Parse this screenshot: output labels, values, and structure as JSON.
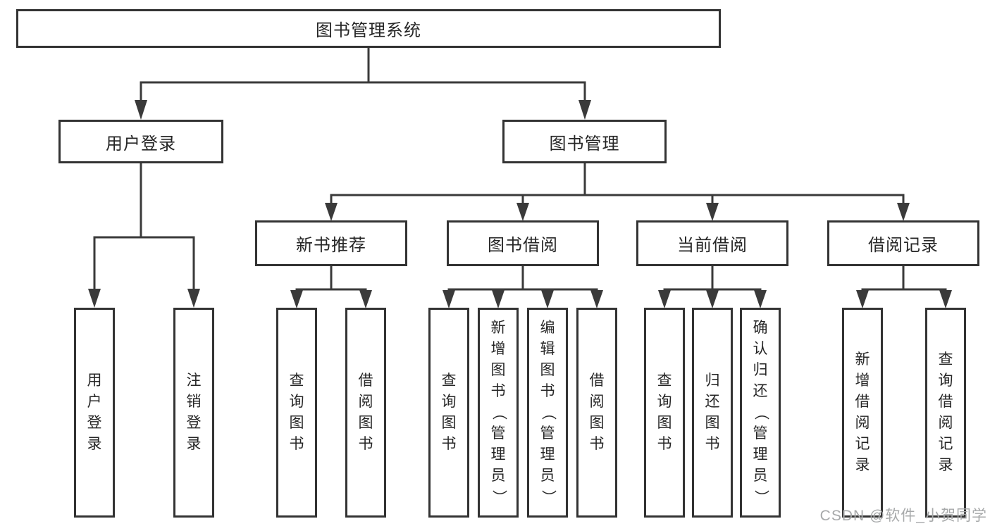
{
  "title": {
    "label": "图书管理系统"
  },
  "tree": {
    "user": {
      "label": "用户登录",
      "children": [
        {
          "label": "用户登录"
        },
        {
          "label": "注销登录"
        }
      ]
    },
    "mgmt": {
      "label": "图书管理",
      "sections": [
        {
          "label": "新书推荐",
          "children": [
            {
              "label": "查询图书"
            },
            {
              "label": "借阅图书"
            }
          ]
        },
        {
          "label": "图书借阅",
          "children": [
            {
              "label": "查询图书"
            },
            {
              "label": "新增图书（管理员）"
            },
            {
              "label": "编辑图书（管理员）"
            },
            {
              "label": "借阅图书"
            }
          ]
        },
        {
          "label": "当前借阅",
          "children": [
            {
              "label": "查询图书"
            },
            {
              "label": "归还图书"
            },
            {
              "label": "确认归还（管理员）"
            }
          ]
        },
        {
          "label": "借阅记录",
          "children": [
            {
              "label": "新增借阅记录"
            },
            {
              "label": "查询借阅记录"
            }
          ]
        }
      ]
    }
  },
  "watermark": {
    "text": "CSDN @软件_小贺同学"
  },
  "colors": {
    "line": "#3a3a3a",
    "border": "#333333",
    "fill": "#ffffff",
    "text": "#262626",
    "background": "#ffffff",
    "watermark": "#a7a9aa"
  }
}
